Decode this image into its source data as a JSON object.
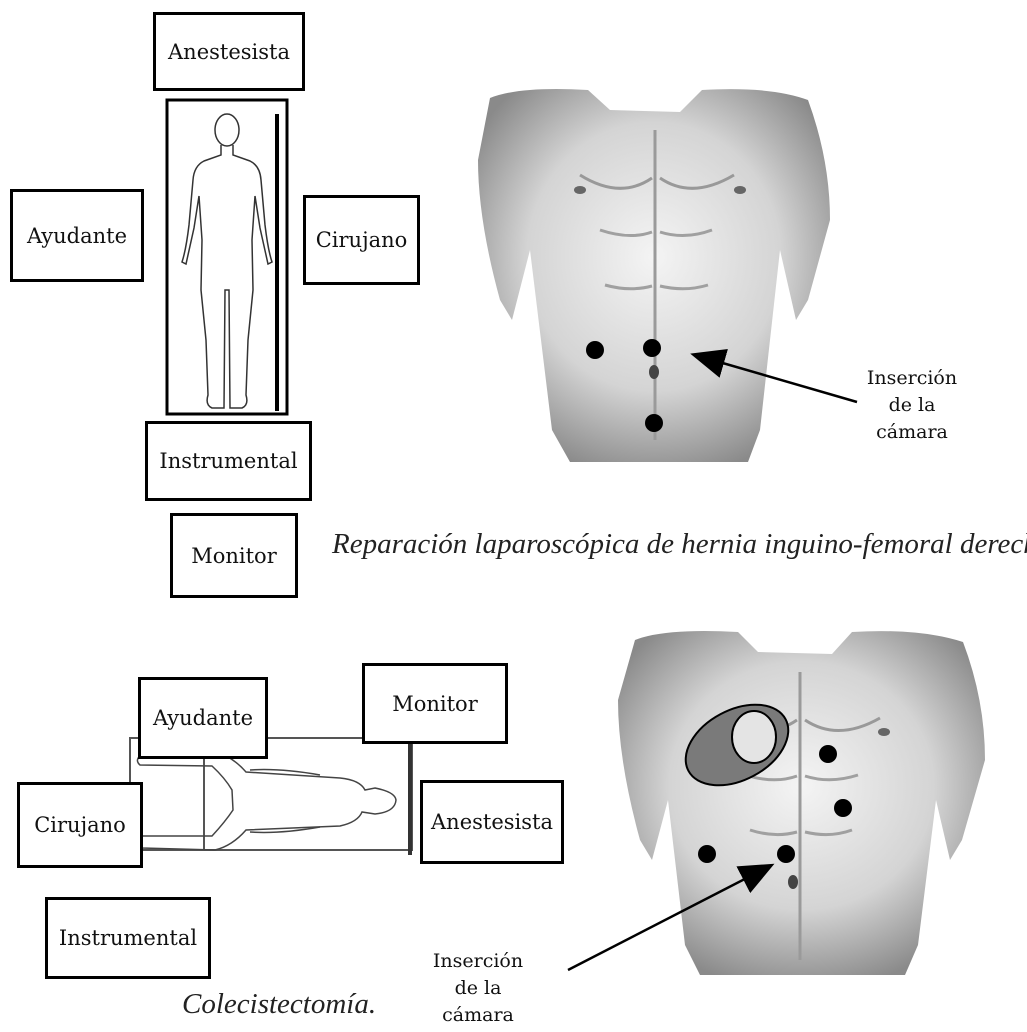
{
  "top": {
    "roles": {
      "anesthetist": "Anestesista",
      "assistant": "Ayudante",
      "surgeon": "Cirujano",
      "instrumental": "Instrumental",
      "monitor": "Monitor"
    },
    "camera_note": [
      "Inserción",
      "de la",
      "cámara"
    ],
    "caption": "Reparación laparoscópica de hernia inguino-femoral derecha."
  },
  "bottom": {
    "roles": {
      "assistant": "Ayudante",
      "monitor": "Monitor",
      "surgeon": "Cirujano",
      "anesthetist": "Anestesista",
      "instrumental": "Instrumental"
    },
    "camera_note": [
      "Inserción",
      "de la",
      "cámara"
    ],
    "caption": "Colecistectomía."
  }
}
